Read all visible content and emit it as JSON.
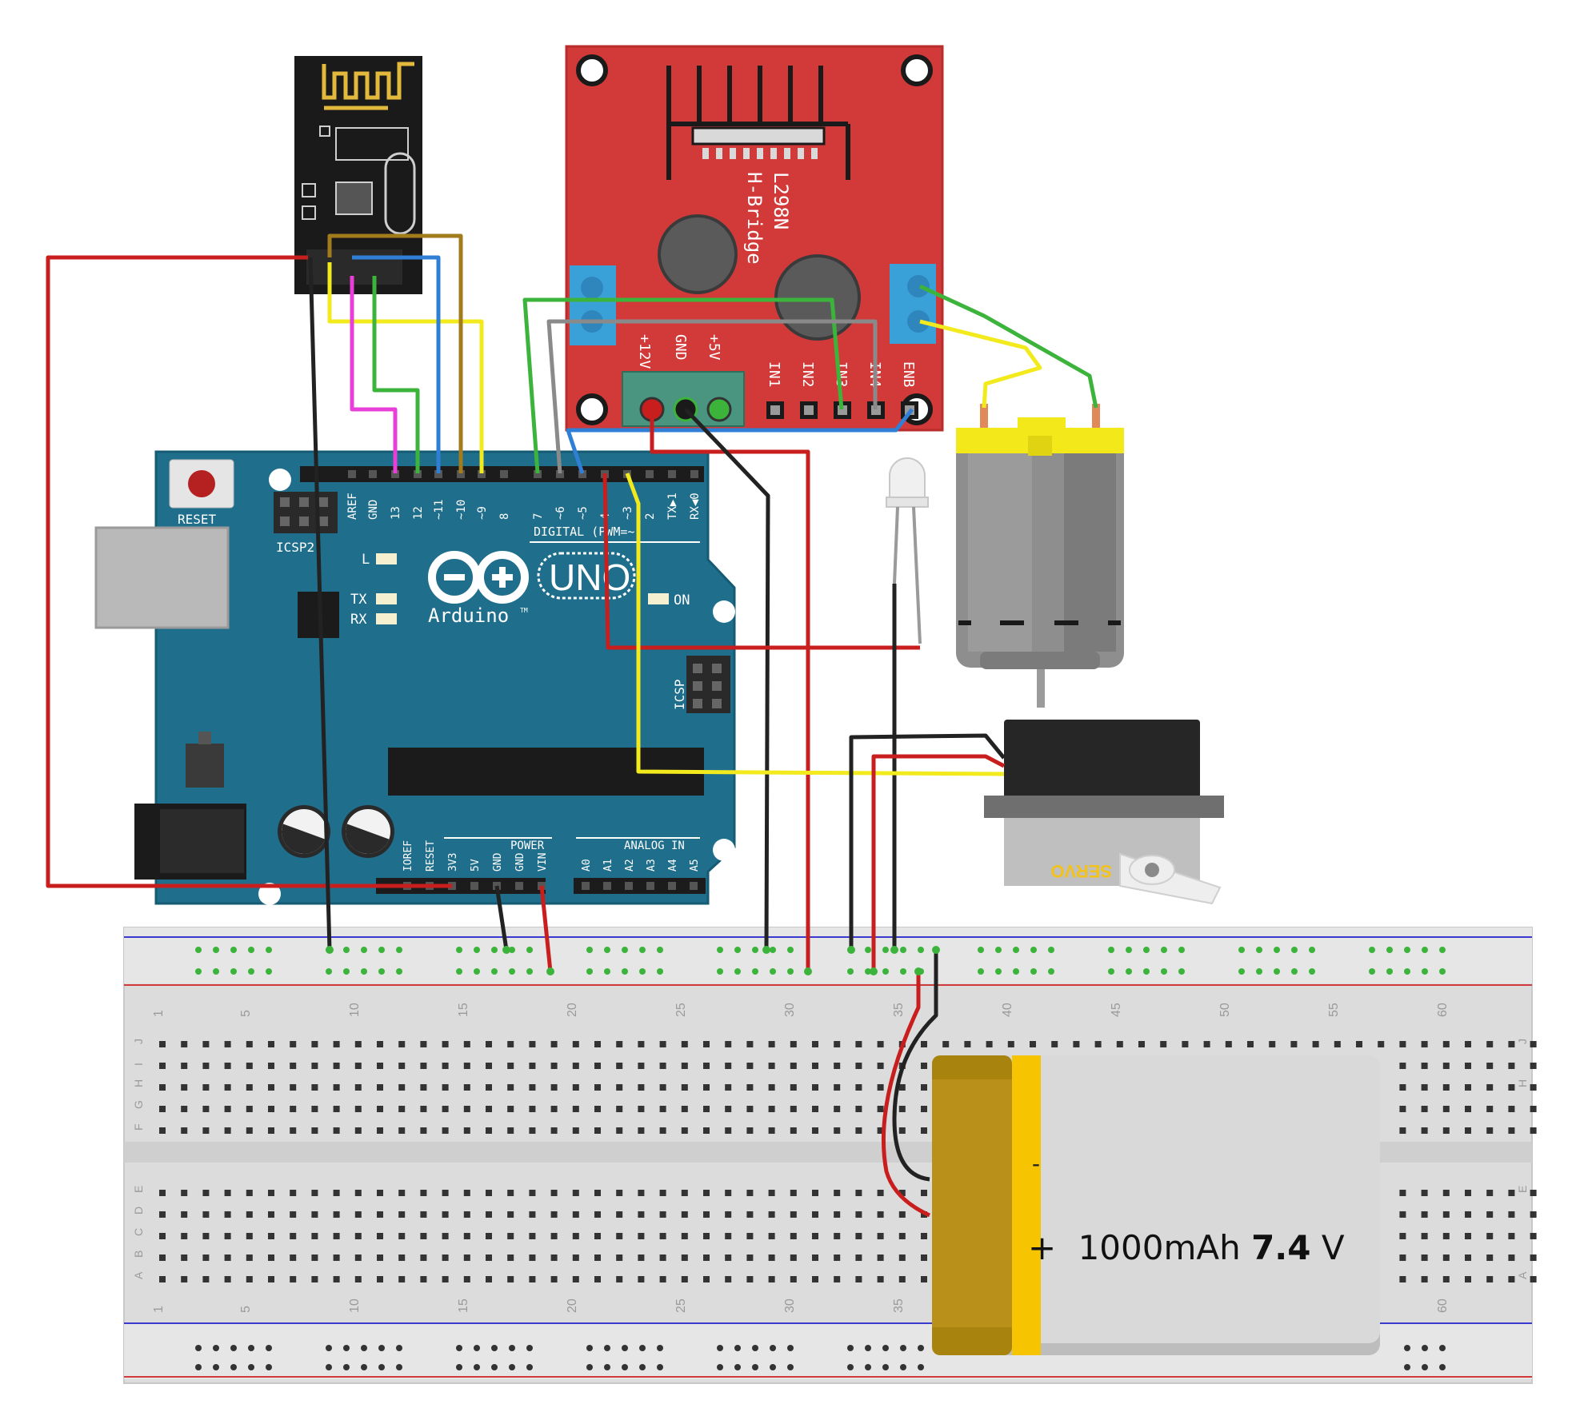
{
  "colors": {
    "arduino_blue": "#1f6e8c",
    "hbridge_red": "#d23a3a",
    "nrf_black": "#1a1a1a",
    "wire_red": "#c81e1e",
    "wire_black": "#222222",
    "wire_yellow": "#f2ea1d",
    "wire_green": "#3cb43c",
    "wire_blue": "#2f7fd6",
    "wire_magenta": "#e83fd8",
    "wire_brown": "#a27b1c",
    "wire_grey": "#8a8a8a",
    "battery_gold": "#c49a12",
    "motor_yellow": "#f3e81a"
  },
  "arduino": {
    "reset_label": "RESET",
    "icsp_label": "ICSP2",
    "icsp2_label": "ICSP",
    "l_label": "L",
    "tx_label": "TX",
    "rx_label": "RX",
    "on_label": "ON",
    "logo_text": "Arduino",
    "tm_text": "TM",
    "uno_text": "UNO",
    "digital_label": "DIGITAL (PWM=~)",
    "power_label": "POWER",
    "analog_label": "ANALOG IN",
    "digital_pins": [
      "AREF",
      "GND",
      "13",
      "12",
      "~11",
      "~10",
      "~9",
      "8",
      "7",
      "~6",
      "~5",
      "4",
      "~3",
      "2",
      "TX▶1",
      "RX◀0"
    ],
    "power_pins": [
      "IOREF",
      "RESET",
      "3V3",
      "5V",
      "GND",
      "GND",
      "VIN"
    ],
    "analog_pins": [
      "A0",
      "A1",
      "A2",
      "A3",
      "A4",
      "A5"
    ]
  },
  "hbridge": {
    "title_line1": "L298N",
    "title_line2": "H-Bridge",
    "terminal_labels": [
      "+12V",
      "GND",
      "+5V"
    ],
    "pin_labels": [
      "IN1",
      "IN2",
      "IN3",
      "IN4",
      "ENB"
    ]
  },
  "servo": {
    "label": "SERVO"
  },
  "battery": {
    "capacity": "1000mAh",
    "voltage": "7.4",
    "unit": "V",
    "plus": "+",
    "minus": "-"
  },
  "breadboard": {
    "column_numbers": [
      "1",
      "5",
      "10",
      "15",
      "20",
      "25",
      "30",
      "35",
      "40",
      "45",
      "50",
      "55",
      "60"
    ],
    "row_letters_top": [
      "J",
      "I",
      "H",
      "G",
      "F"
    ],
    "row_letters_bottom": [
      "E",
      "D",
      "C",
      "B",
      "A"
    ]
  }
}
